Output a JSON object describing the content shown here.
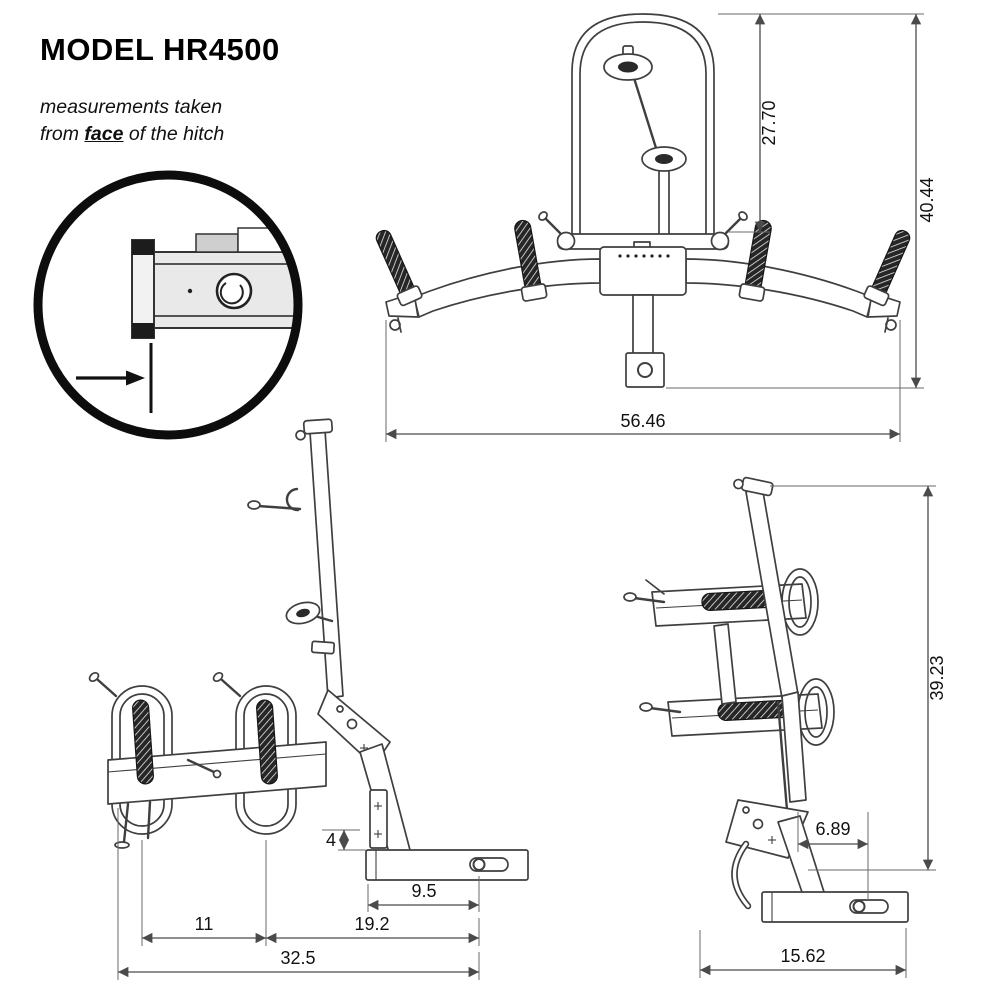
{
  "header": {
    "title": "MODEL HR4500",
    "note_line1": "measurements taken",
    "note_from": "from",
    "note_emphasis": "face",
    "note_rest": "of the hitch"
  },
  "dimensions": {
    "front_view": {
      "upper_height": "27.70",
      "total_height": "40.44",
      "overall_width": "56.46"
    },
    "side_view": {
      "hitch_rise": "4",
      "pin_setback": "9.5",
      "tray_spacing": "11",
      "tray_to_pin": "19.2",
      "overall_length": "32.5"
    },
    "rear_side_view": {
      "overall_height": "39.23",
      "arm_offset": "6.89",
      "base_length": "15.62"
    }
  },
  "colors": {
    "line": "#3f3f3f",
    "dimension": "#4a4a4a",
    "strap": "#262626",
    "text": "#000000",
    "background": "#ffffff"
  }
}
